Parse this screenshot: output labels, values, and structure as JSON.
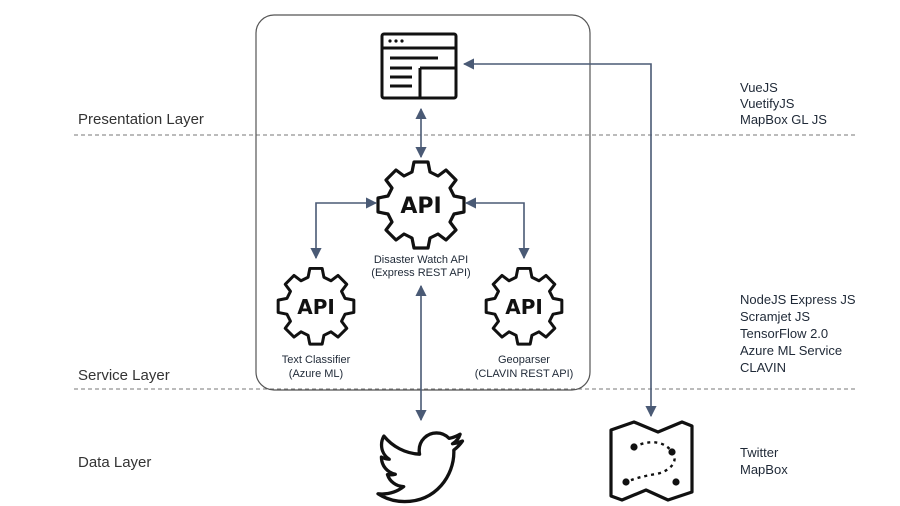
{
  "layers": {
    "presentation": "Presentation Layer",
    "service": "Service Layer",
    "data": "Data Layer"
  },
  "tech": {
    "presentation": [
      "VueJS",
      "VuetifyJS",
      "MapBox GL JS"
    ],
    "service": [
      "NodeJS Express JS",
      "Scramjet JS",
      "TensorFlow 2.0",
      "Azure ML Service",
      "CLAVIN"
    ],
    "data": [
      "Twitter",
      "MapBox"
    ]
  },
  "nodes": {
    "main_api": {
      "icon_text": "API",
      "label_line1": "Disaster Watch API",
      "label_line2": "(Express REST API)"
    },
    "text_classifier": {
      "icon_text": "API",
      "label_line1": "Text Classifier",
      "label_line2": "(Azure ML)"
    },
    "geoparser": {
      "icon_text": "API",
      "label_line1": "Geoparser",
      "label_line2": "(CLAVIN REST API)"
    }
  },
  "colors": {
    "arrow": "#4a5a75",
    "icon": "#111111",
    "divider": "#666666",
    "box": "#555555"
  }
}
